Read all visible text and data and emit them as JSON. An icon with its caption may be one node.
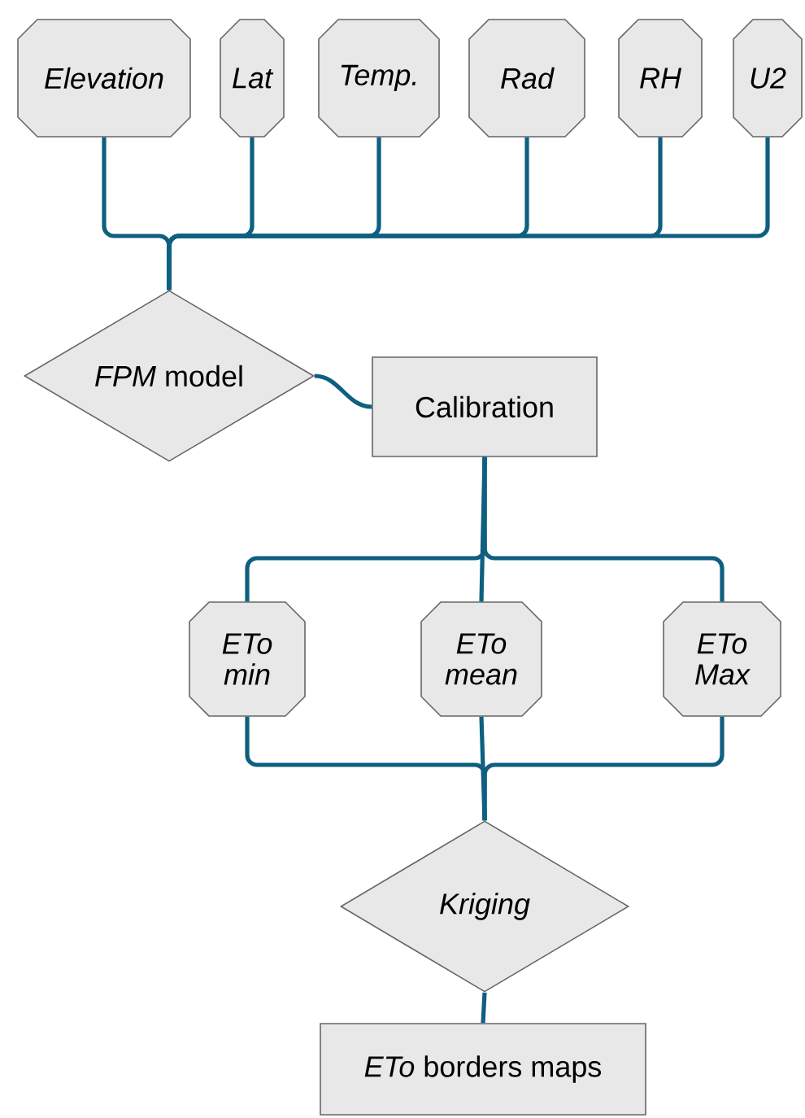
{
  "diagram": {
    "nodes": [
      {
        "text": [
          "Elevation"
        ]
      },
      {
        "text": [
          "Lat"
        ]
      },
      {
        "text": [
          "Temp."
        ]
      },
      {
        "text": [
          "Rad"
        ]
      },
      {
        "text": [
          "RH"
        ]
      },
      {
        "text": [
          "U2"
        ]
      },
      {
        "text": [
          "*FPM* model"
        ]
      },
      {
        "text": [
          "Calibration"
        ]
      },
      {
        "text": [
          "ETo min"
        ]
      },
      {
        "text": [
          "ETo mean"
        ]
      },
      {
        "text": [
          "ETo Max"
        ]
      },
      {
        "text": [
          "Kriging"
        ]
      },
      {
        "text": [
          "*ETo* borders maps"
        ]
      }
    ],
    "edges": [
      {
        "from": 0,
        "to": 6,
        "arrow": "none"
      },
      {
        "from": 1,
        "to": 6,
        "arrow": "none"
      },
      {
        "from": 2,
        "to": 6,
        "arrow": "none"
      },
      {
        "from": 3,
        "to": 6,
        "arrow": "none"
      },
      {
        "from": 4,
        "to": 6,
        "arrow": "none"
      },
      {
        "from": 5,
        "to": 6,
        "arrow": "none"
      },
      {
        "from": 6,
        "to": 7,
        "arrow": "none"
      },
      {
        "from": 7,
        "to": 8,
        "arrow": "none"
      },
      {
        "from": 7,
        "to": 9,
        "arrow": "none"
      },
      {
        "from": 7,
        "to": 10,
        "arrow": "none"
      },
      {
        "from": 8,
        "to": 11,
        "arrow": "none"
      },
      {
        "from": 9,
        "to": 11,
        "arrow": "none"
      },
      {
        "from": 10,
        "to": 11,
        "arrow": "none"
      },
      {
        "from": 11,
        "to": 12,
        "arrow": "none"
      }
    ]
  }
}
